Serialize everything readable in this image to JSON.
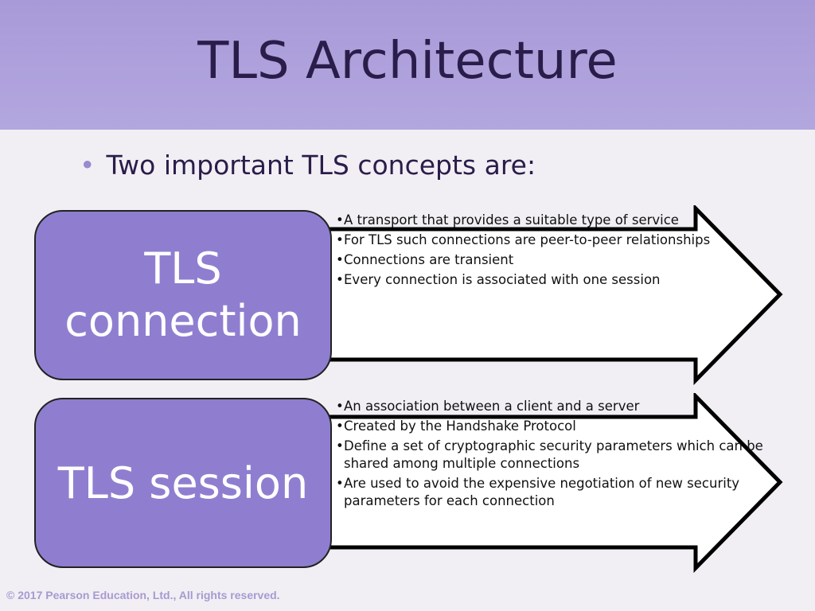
{
  "slide": {
    "title": "TLS Architecture",
    "lead_bullet": "Two important TLS concepts are:",
    "footer": "© 2017 Pearson Education, Ltd., All rights reserved."
  },
  "concepts": [
    {
      "label_line1": "TLS",
      "label_line2": "connection",
      "bullets": [
        "A transport that provides a suitable type of service",
        "For TLS such connections are peer-to-peer relationships",
        "Connections are transient",
        "Every connection is associated with one session"
      ]
    },
    {
      "label": "TLS session",
      "bullets": [
        "An association between a client and a server",
        "Created by the Handshake Protocol",
        "Define a set of cryptographic security parameters which can be shared among multiple connections",
        "Are used to avoid the expensive negotiation of new security parameters for each connection"
      ]
    }
  ],
  "colors": {
    "title_band": "#b3a7df",
    "concept_box": "#8f7ed0",
    "text_dark": "#2a1d4a"
  }
}
